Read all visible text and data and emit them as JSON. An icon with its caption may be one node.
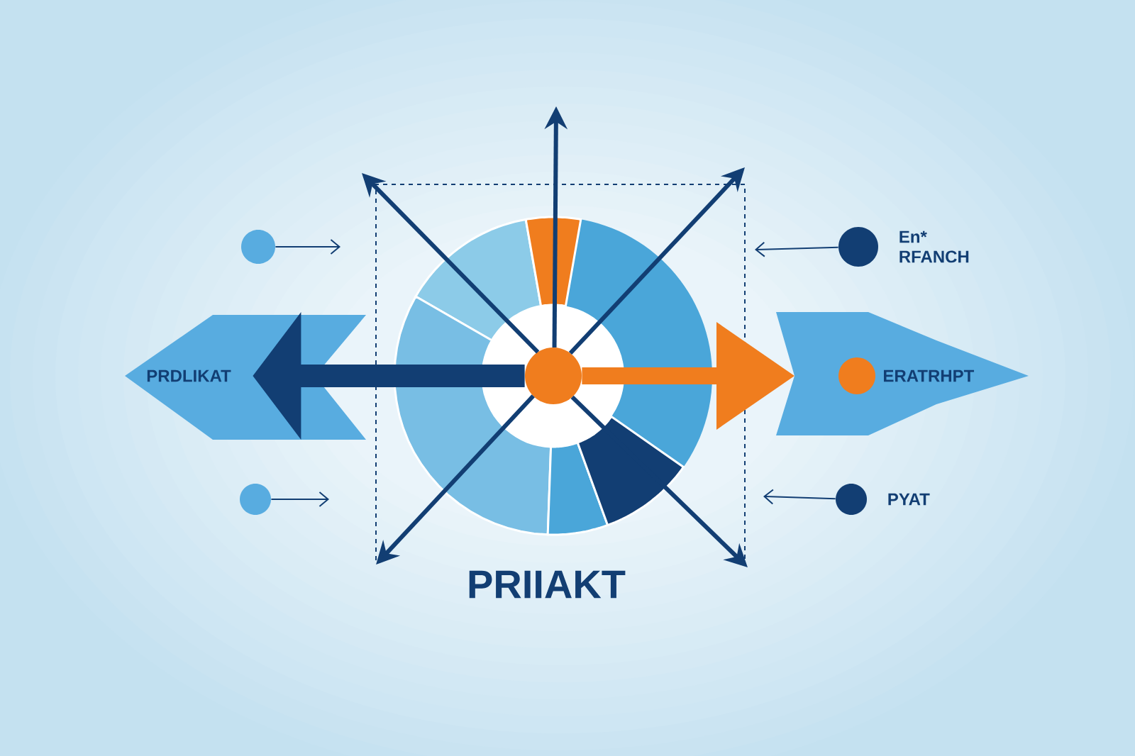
{
  "diagram": {
    "title": "PRIIAKT",
    "nodes": [
      {
        "text": [
          "PRDLIKAT"
        ]
      },
      {
        "text": [
          "ERATRHPT"
        ]
      },
      {
        "text": [],
        "shape": "circle"
      },
      {
        "text": [],
        "shape": "circle",
        "in": 2
      },
      {
        "text": [],
        "shape": "circle"
      },
      {
        "text": [],
        "shape": "circle"
      },
      {
        "text": [],
        "shape": "circle",
        "beside": [
          "En* RFANCH"
        ]
      },
      {
        "text": [],
        "shape": "circle",
        "beside": [
          "PYAT"
        ]
      }
    ],
    "edges": [
      {
        "from": 3,
        "to": 0,
        "arrow": "to",
        "style": "thick"
      },
      {
        "from": 3,
        "to": 1,
        "arrow": "to",
        "style": "thick",
        "color": "#f07d1e"
      },
      {
        "from": 3,
        "to": null,
        "arrow": "to"
      },
      {
        "from": 3,
        "to": null,
        "arrow": "to"
      },
      {
        "from": 3,
        "to": null,
        "arrow": "to"
      },
      {
        "from": 3,
        "to": null,
        "arrow": "to"
      },
      {
        "from": 3,
        "to": null,
        "arrow": "to"
      },
      {
        "from": 4,
        "to": null,
        "arrow": "to"
      },
      {
        "from": 5,
        "to": null,
        "arrow": "to"
      },
      {
        "from": 6,
        "to": null,
        "arrow": "to"
      },
      {
        "from": 7,
        "to": null,
        "arrow": "to"
      }
    ]
  }
}
